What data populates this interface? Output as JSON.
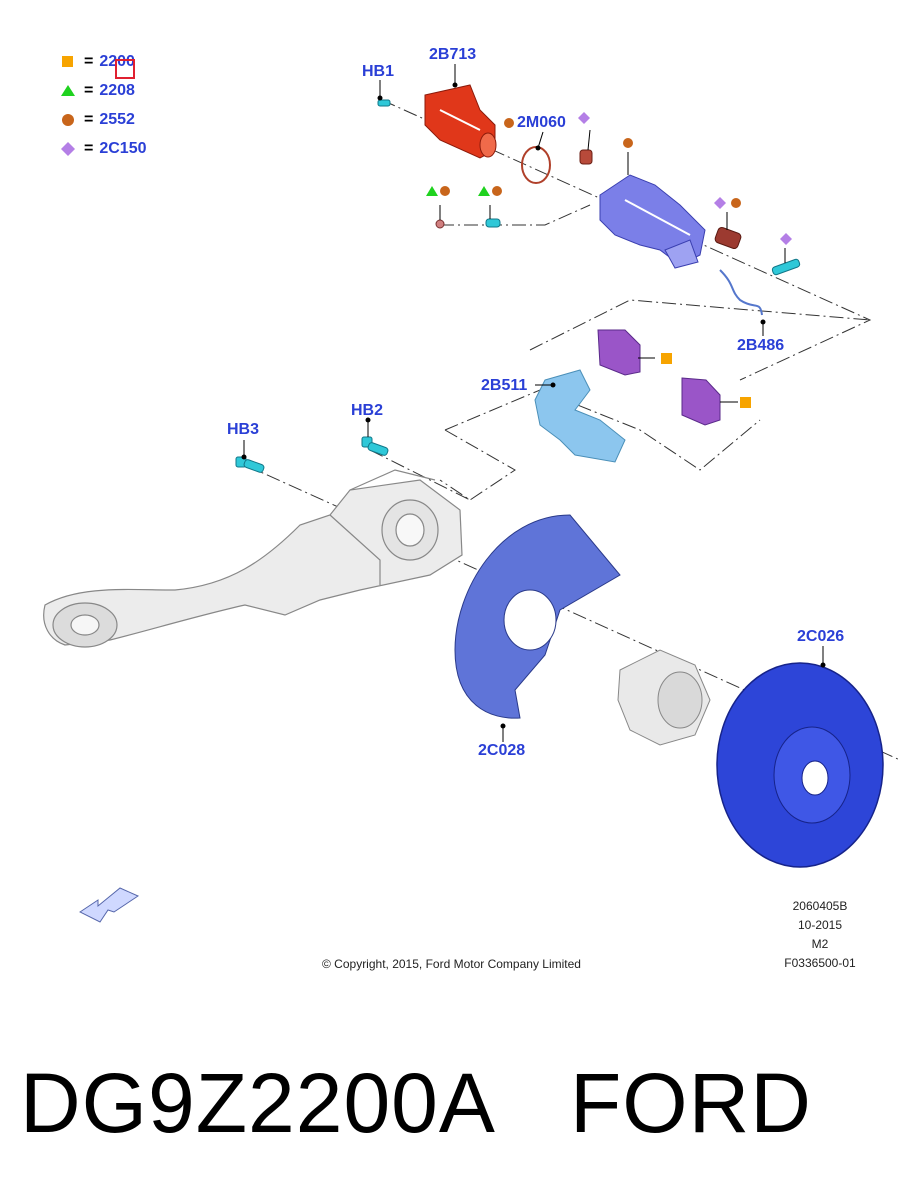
{
  "legend": [
    {
      "shape": "square",
      "color": "#f7a400",
      "code": "2200"
    },
    {
      "shape": "triangle",
      "color": "#1fd21f",
      "code": "2208"
    },
    {
      "shape": "circle",
      "color": "#c8651b",
      "code": "2552"
    },
    {
      "shape": "diamond",
      "color": "#b47fe6",
      "code": "2C150"
    }
  ],
  "legend_eq": "=",
  "callouts": {
    "hb1": "HB1",
    "p2b713": "2B713",
    "p2m060": "2M060",
    "p2b486": "2B486",
    "p2b511": "2B511",
    "hb2": "HB2",
    "hb3": "HB3",
    "p2c026": "2C026",
    "p2c028": "2C028"
  },
  "meta": [
    "2060405B",
    "10-2015",
    "M2",
    "F0336500-01"
  ],
  "copyright": "© Copyright, 2015, Ford Motor Company Limited",
  "footer": {
    "part_number": "DG9Z2200A",
    "brand": "FORD"
  },
  "colors": {
    "callout": "#2a3fd6",
    "motor": "#e0371a",
    "caliper": "#7b7fe8",
    "pads": "#9a55c8",
    "bracket": "#8cc6ee",
    "shield": "#5f74d8",
    "rotor": "#2d45d8",
    "fastener": "#2fc8d8"
  }
}
